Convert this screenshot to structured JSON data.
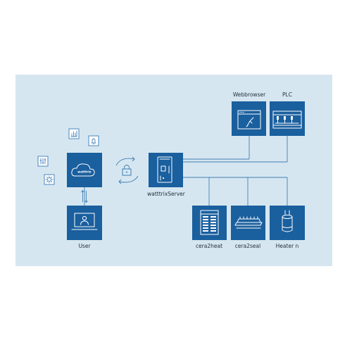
{
  "labels": {
    "cloud_logo": "watttrix",
    "webbrowser": "Webbrowser",
    "plc": "PLC",
    "server": "watttrixServer",
    "user": "User",
    "cera2heat": "cera2heat",
    "cera2seal": "cera2seal",
    "heater_n": "Heater n"
  },
  "colors": {
    "panel_background": "#d6e6f0",
    "box": "#1a5f9e",
    "connector": "#3f7fb5",
    "small_icon_stroke": "#4a86bb"
  },
  "icons": [
    "bar-chart-icon",
    "bell-icon",
    "sliders-icon",
    "gear-icon",
    "cloud-icon",
    "lock-icon",
    "sync-arrows-icon",
    "updown-arrows-icon",
    "laptop-user-icon",
    "server-icon",
    "browser-icon",
    "plc-icon",
    "heater-controller-icon",
    "sealing-bar-icon",
    "cylinder-heater-icon"
  ]
}
